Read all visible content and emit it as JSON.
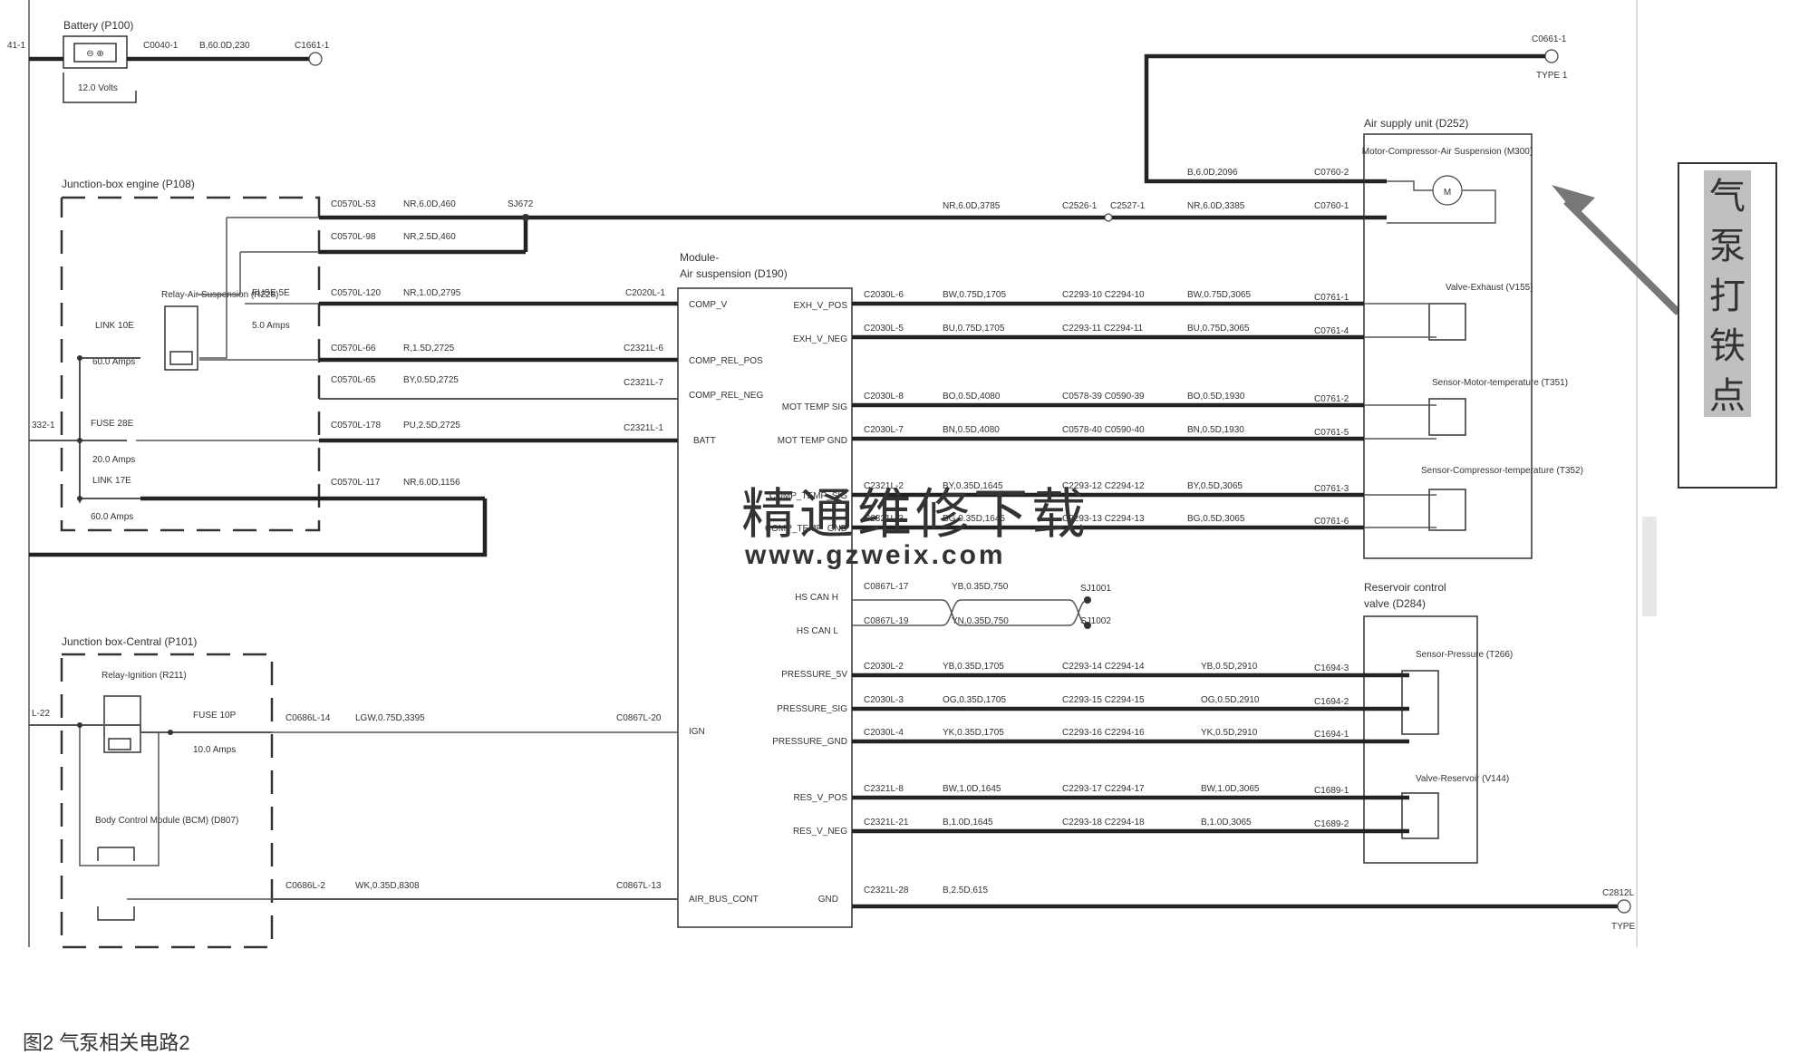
{
  "battery": {
    "title": "Battery (P100)",
    "left_pin": "41-1",
    "connector": "C0040-1",
    "wire": "B,60.0D,230",
    "end_conn": "C1661-1",
    "volts": "12.0 Volts"
  },
  "ground_top": {
    "conn": "C0661-1",
    "type": "TYPE 1"
  },
  "jbe": {
    "title": "Junction-box engine (P108)",
    "relay": "Relay-Air Suspension (R228)",
    "link10": "LINK 10E",
    "link10_amps": "60.0 Amps",
    "fuse5": "FUSE 5E",
    "fuse5_amps": "5.0 Amps",
    "fuse28": "FUSE 28E",
    "fuse28_amps": "20.0 Amps",
    "link17": "LINK 17E",
    "link17_amps": "60.0 Amps",
    "left_pin": "332-1"
  },
  "jbe_wires": [
    {
      "conn": "C0570L-53",
      "code": "NR,6.0D,460",
      "extra": "SJ672"
    },
    {
      "conn": "C0570L-98",
      "code": "NR,2.5D,460"
    },
    {
      "conn": "C0570L-120",
      "code": "NR,1.0D,2795",
      "end": "C2020L-1"
    },
    {
      "conn": "C0570L-66",
      "code": "R,1.5D,2725",
      "end": "C2321L-6"
    },
    {
      "conn": "C0570L-65",
      "code": "BY,0.5D,2725",
      "end": "C2321L-7"
    },
    {
      "conn": "C0570L-178",
      "code": "PU,2.5D,2725",
      "end": "C2321L-1"
    },
    {
      "conn": "C0570L-117",
      "code": "NR,6.0D,1156"
    }
  ],
  "module": {
    "title1": "Module-",
    "title2": "Air suspension (D190)",
    "pins_left": [
      "COMP_V",
      "COMP_REL_POS",
      "COMP_REL_NEG",
      "BATT",
      "IGN",
      "AIR_BUS_CONT"
    ],
    "pins_right": [
      "EXH_V_POS",
      "EXH_V_NEG",
      "MOT TEMP SIG",
      "MOT TEMP GND",
      "COMP_TEMP_SIG",
      "COMP_TEMP_GND",
      "HS CAN H",
      "HS CAN L",
      "PRESSURE_5V",
      "PRESSURE_SIG",
      "PRESSURE_GND",
      "RES_V_POS",
      "RES_V_NEG",
      "GND"
    ]
  },
  "air_supply": {
    "title": "Air supply unit (D252)",
    "motor": "Motor-Compressor-Air Suspension (M300)",
    "top_wire": "B,6.0D,2096",
    "top_conn": "C0760-2",
    "main_wire_a": "NR,6.0D,3785",
    "splice_a": "C2526-1",
    "splice_b": "C2527-1",
    "main_wire_b": "NR,6.0D,3385",
    "main_conn": "C0760-1",
    "valve": "Valve-Exhaust (V155)",
    "sensor_motor": "Sensor-Motor-temperature (T351)",
    "sensor_comp": "Sensor-Compressor-temperature (T352)"
  },
  "right_wires": [
    {
      "c1": "C2030L-6",
      "w1": "BW,0.75D,1705",
      "s": "C2293-10 C2294-10",
      "w2": "BW,0.75D,3065",
      "c2": "C0761-1"
    },
    {
      "c1": "C2030L-5",
      "w1": "BU,0.75D,1705",
      "s": "C2293-11 C2294-11",
      "w2": "BU,0.75D,3065",
      "c2": "C0761-4"
    },
    {
      "c1": "C2030L-8",
      "w1": "BO,0.5D,4080",
      "s": "C0578-39 C0590-39",
      "w2": "BO,0.5D,1930",
      "c2": "C0761-2"
    },
    {
      "c1": "C2030L-7",
      "w1": "BN,0.5D,4080",
      "s": "C0578-40 C0590-40",
      "w2": "BN,0.5D,1930",
      "c2": "C0761-5"
    },
    {
      "c1": "C2321L-2",
      "w1": "BY,0.35D,1645",
      "s": "C2293-12 C2294-12",
      "w2": "BY,0.5D,3065",
      "c2": "C0761-3"
    },
    {
      "c1": "C2321L-3",
      "w1": "BG,0.35D,1645",
      "s": "C2293-13 C2294-13",
      "w2": "BG,0.5D,3065",
      "c2": "C0761-6"
    }
  ],
  "can": {
    "h_conn": "C0867L-17",
    "h_wire": "YB,0.35D,750",
    "h_splice": "SJ1001",
    "l_conn": "C0867L-19",
    "l_wire": "YN,0.35D,750",
    "l_splice": "SJ1002"
  },
  "reservoir": {
    "title1": "Reservoir control",
    "title2": "valve (D284)",
    "sensor": "Sensor-Pressure (T266)",
    "valve": "Valve-Reservoir (V144)"
  },
  "res_wires": [
    {
      "c1": "C2030L-2",
      "w1": "YB,0.35D,1705",
      "s": "C2293-14 C2294-14",
      "w2": "YB,0.5D,2910",
      "c2": "C1694-3"
    },
    {
      "c1": "C2030L-3",
      "w1": "OG,0.35D,1705",
      "s": "C2293-15 C2294-15",
      "w2": "OG,0.5D,2910",
      "c2": "C1694-2"
    },
    {
      "c1": "C2030L-4",
      "w1": "YK,0.35D,1705",
      "s": "C2293-16 C2294-16",
      "w2": "YK,0.5D,2910",
      "c2": "C1694-1"
    },
    {
      "c1": "C2321L-8",
      "w1": "BW,1.0D,1645",
      "s": "C2293-17 C2294-17",
      "w2": "BW,1.0D,3065",
      "c2": "C1689-1"
    },
    {
      "c1": "C2321L-21",
      "w1": "B,1.0D,1645",
      "s": "C2293-18 C2294-18",
      "w2": "B,1.0D,3065",
      "c2": "C1689-2"
    }
  ],
  "gnd_wire": {
    "conn": "C2321L-28",
    "code": "B,2.5D,615",
    "end": "C2812L",
    "type": "TYPE"
  },
  "jbc": {
    "title": "Junction box-Central (P101)",
    "relay": "Relay-Ignition (R211)",
    "fuse10": "FUSE 10P",
    "fuse10_amps": "10.0 Amps",
    "bcm": "Body Control Module (BCM) (D807)",
    "left_pin": "L-22",
    "ign_conn": "C0686L-14",
    "ign_wire": "LGW,0.75D,3395",
    "ign_end": "C0867L-20",
    "bus_conn": "C0686L-2",
    "bus_wire": "WK,0.35D,8308",
    "bus_end": "C0867L-13"
  },
  "watermark": {
    "line1": "精通维修下载",
    "line2": "www.gzweix.com"
  },
  "annotation": "气泵打铁点",
  "caption": "图2  气泵相关电路2"
}
